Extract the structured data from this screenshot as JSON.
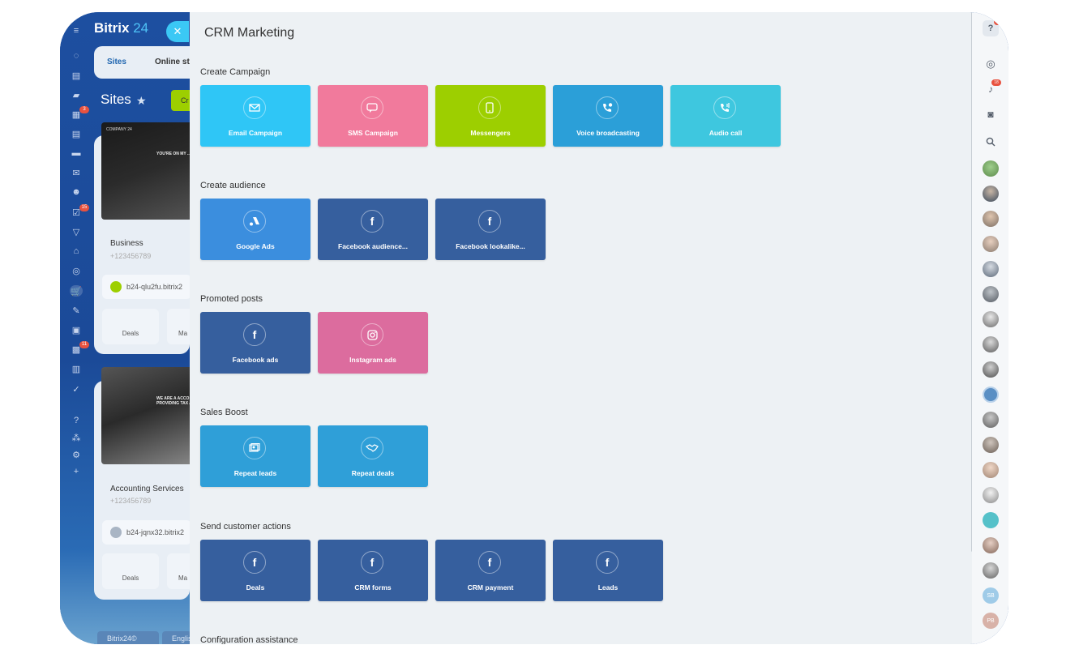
{
  "app": {
    "brand_name": "Bitrix",
    "brand_number": "24",
    "close_glyph": "✕",
    "background_tabs": [
      "Sites",
      "Online st"
    ],
    "sites_heading": "Sites",
    "create_button_label": "Cr",
    "left_rail_badges": [
      "3",
      "15",
      "11"
    ],
    "bottom_tabs": [
      "Bitrix24©",
      "Englis"
    ]
  },
  "background_cards": [
    {
      "image_caption": "COMPANY 24",
      "image_text": "YOU'RE ON MY ...",
      "name": "Business",
      "phone": "+123456789",
      "link": "b24-qlu2fu.bitrix2",
      "deals_label": "Deals",
      "more_label": "Ma"
    },
    {
      "image_caption": "",
      "image_text": "WE ARE A ACCO PROVIDING TAX AN",
      "name": "Accounting Services",
      "phone": "+123456789",
      "link": "b24-jqnx32.bitrix2",
      "deals_label": "Deals",
      "more_label": "Ma"
    }
  ],
  "panel": {
    "title": "CRM Marketing",
    "sections": [
      {
        "title": "Create Campaign",
        "tiles": [
          {
            "label": "Email Campaign",
            "icon": "mail-icon",
            "color": "#2fc6f6"
          },
          {
            "label": "SMS Campaign",
            "icon": "sms-icon",
            "color": "#f17a9c"
          },
          {
            "label": "Messengers",
            "icon": "phone-icon",
            "color": "#9dcf00"
          },
          {
            "label": "Voice broadcasting",
            "icon": "voice-call-icon",
            "color": "#2b9fd8"
          },
          {
            "label": "Audio call",
            "icon": "audio-call-icon",
            "color": "#3ec7df"
          }
        ]
      },
      {
        "title": "Create audience",
        "tiles": [
          {
            "label": "Google Ads",
            "icon": "google-ads-icon",
            "color": "#3b8ede"
          },
          {
            "label": "Facebook audience...",
            "icon": "facebook-icon",
            "color": "#365f9e"
          },
          {
            "label": "Facebook lookalike...",
            "icon": "facebook-icon",
            "color": "#365f9e"
          }
        ]
      },
      {
        "title": "Promoted posts",
        "tiles": [
          {
            "label": "Facebook ads",
            "icon": "facebook-icon",
            "color": "#365f9e"
          },
          {
            "label": "Instagram ads",
            "icon": "instagram-icon",
            "color": "#dc6c9e"
          }
        ]
      },
      {
        "title": "Sales Boost",
        "tiles": [
          {
            "label": "Repeat leads",
            "icon": "repeat-leads-icon",
            "color": "#2f9fd8"
          },
          {
            "label": "Repeat deals",
            "icon": "handshake-icon",
            "color": "#2f9fd8"
          }
        ]
      },
      {
        "title": "Send customer actions",
        "tiles": [
          {
            "label": "Deals",
            "icon": "facebook-icon",
            "color": "#365f9e"
          },
          {
            "label": "CRM forms",
            "icon": "facebook-icon",
            "color": "#365f9e"
          },
          {
            "label": "CRM payment",
            "icon": "facebook-icon",
            "color": "#365f9e"
          },
          {
            "label": "Leads",
            "icon": "facebook-icon",
            "color": "#365f9e"
          }
        ]
      },
      {
        "title": "Configuration assistance",
        "tiles": []
      }
    ]
  },
  "right_rail": {
    "help_badge": "1",
    "notifications_badge": "18",
    "avatar_initials": [
      "SB",
      "PB"
    ]
  }
}
